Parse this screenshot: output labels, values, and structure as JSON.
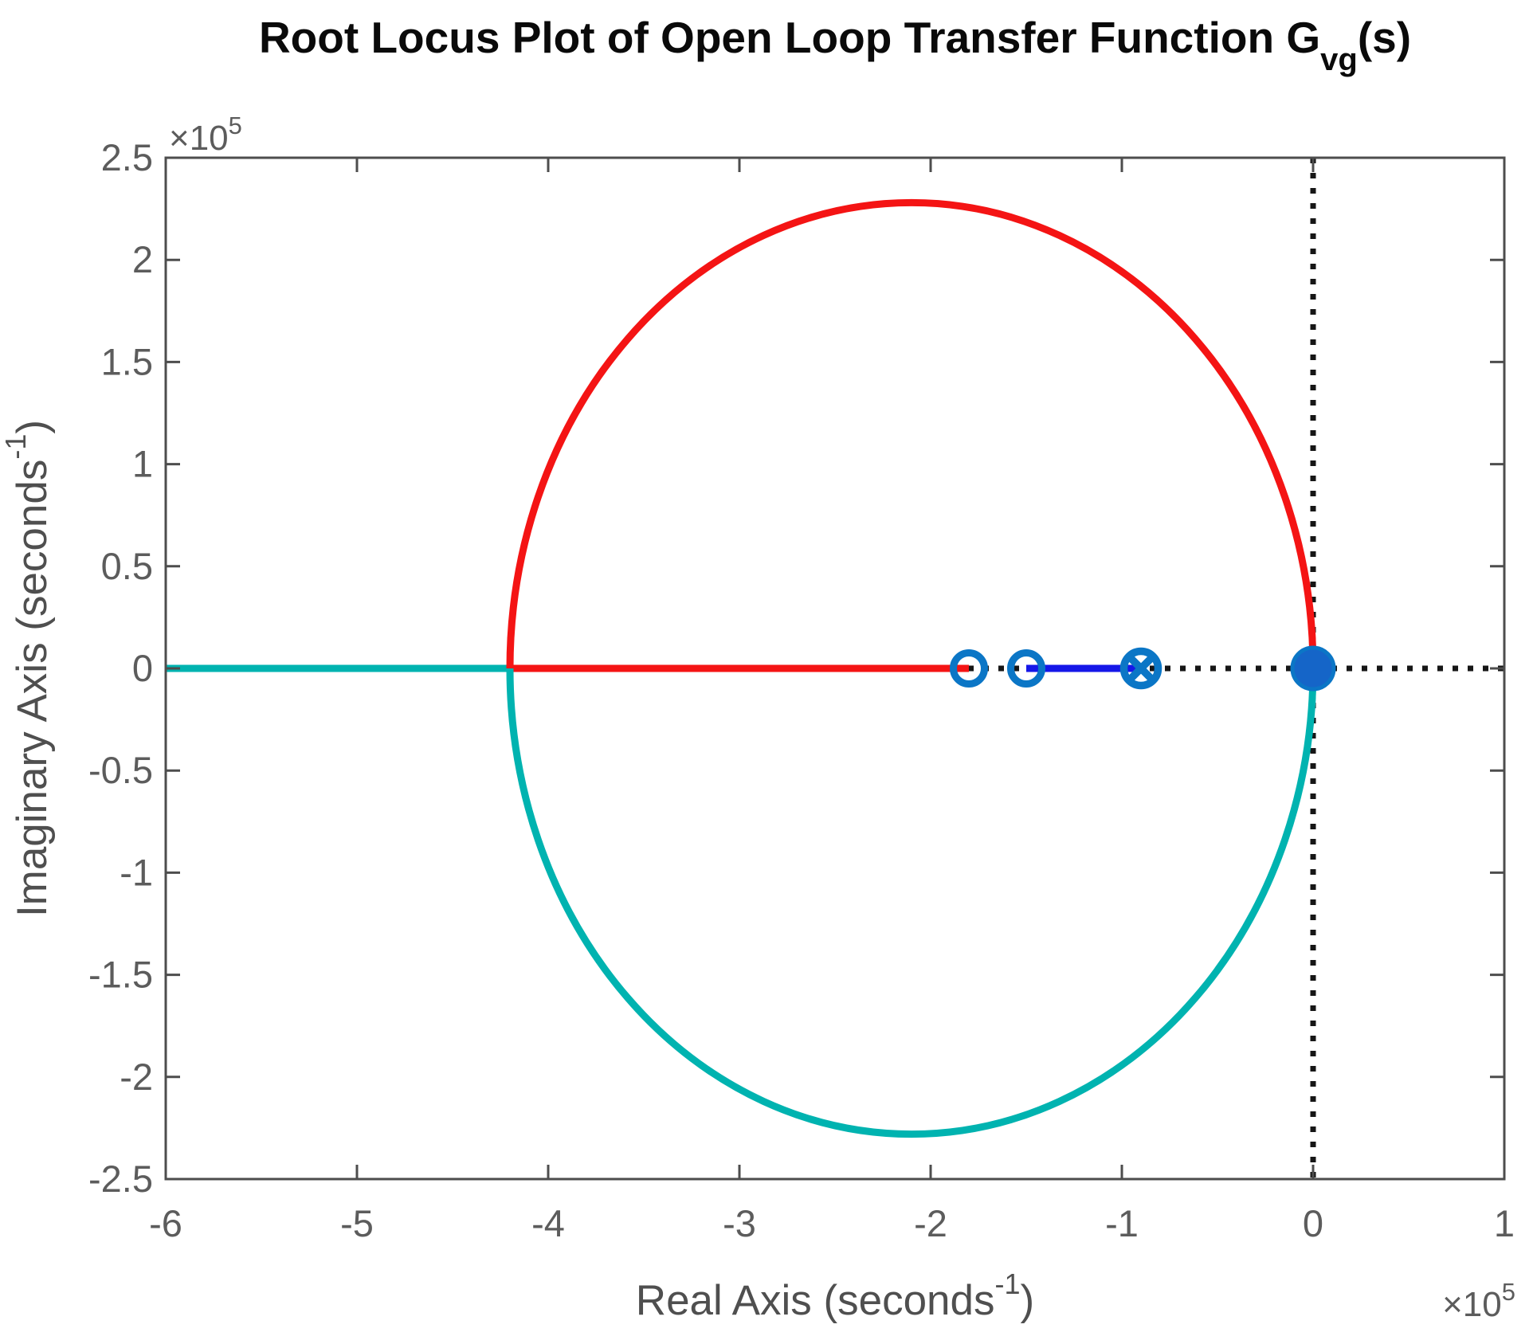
{
  "page": {
    "background": "#ffffff"
  },
  "title": {
    "prefix": "Root Locus Plot of Open Loop Transfer Function G",
    "subscript": "vg",
    "suffix": "(s)"
  },
  "chart_data": {
    "type": "line",
    "title": "Root Locus Plot of Open Loop Transfer Function G_vg(s)",
    "xlabel": {
      "prefix": "Real Axis (seconds",
      "superscript": "-1",
      "suffix": ")"
    },
    "ylabel": {
      "prefix": "Imaginary Axis (seconds",
      "superscript": "-1",
      "suffix": ")"
    },
    "x_exponent_label": {
      "base": "×10",
      "exponent": "5"
    },
    "y_exponent_label": {
      "base": "×10",
      "exponent": "5"
    },
    "axes": {
      "xlim": [
        -6,
        1
      ],
      "ylim": [
        -2.5,
        2.5
      ],
      "x_ticks": [
        -6,
        -5,
        -4,
        -3,
        -2,
        -1,
        0,
        1
      ],
      "y_ticks": [
        -2.5,
        -2,
        -1.5,
        -1,
        -0.5,
        0,
        0.5,
        1,
        1.5,
        2,
        2.5
      ],
      "unit_scale": 100000,
      "grid": false,
      "box": true,
      "tick_direction": "in"
    },
    "reference_lines": [
      {
        "name": "imaginary-axis-line",
        "orientation": "vertical",
        "at": 0,
        "style": "dotted",
        "color": "#161616"
      },
      {
        "name": "real-axis-line",
        "orientation": "horizontal",
        "at": 0,
        "style": "dotted",
        "color": "#161616"
      }
    ],
    "branches": [
      {
        "name": "real-axis-left-branch",
        "type": "segment",
        "color": "#00b3b0",
        "from": [
          -6,
          0
        ],
        "to": [
          -4.2,
          0
        ]
      },
      {
        "name": "real-axis-mid-branch",
        "type": "segment",
        "color": "#f41414",
        "from": [
          -4.2,
          0
        ],
        "to": [
          -1.8,
          0
        ]
      },
      {
        "name": "upper-loop-branch",
        "type": "ellipse-arc",
        "color": "#f41414",
        "center": [
          -2.1,
          0
        ],
        "rx": 2.1,
        "ry": 2.28,
        "half": "upper"
      },
      {
        "name": "lower-loop-branch",
        "type": "ellipse-arc",
        "color": "#00b3b0",
        "center": [
          -2.1,
          0
        ],
        "rx": 2.1,
        "ry": 2.28,
        "half": "lower"
      },
      {
        "name": "zero-pole-branch",
        "type": "segment",
        "color": "#1517e8",
        "from": [
          -1.5,
          0
        ],
        "to": [
          -0.9,
          0
        ]
      }
    ],
    "markers": {
      "edge_color": "#0b76c6",
      "origin_fill_color": "#1565c8",
      "zero_markers": [
        [
          -1.8,
          0
        ],
        [
          -1.5,
          0
        ]
      ],
      "pole_zero_overlap_markers": [
        [
          -0.9,
          0
        ]
      ],
      "filled_origin_markers": [
        [
          0,
          0
        ]
      ]
    },
    "key_values": {
      "breakaway_point_real": -4.2,
      "loop_top_imag": 2.28,
      "loop_left_real": -4.2,
      "loop_right_real": 0
    }
  },
  "style": {
    "axis_box_color": "#4d4d4d",
    "tick_label_color": "#5c5c5c",
    "axis_label_color": "#4f4f4f",
    "exponent_color": "#5c5c5c",
    "title_color": "#0a0a0a"
  }
}
